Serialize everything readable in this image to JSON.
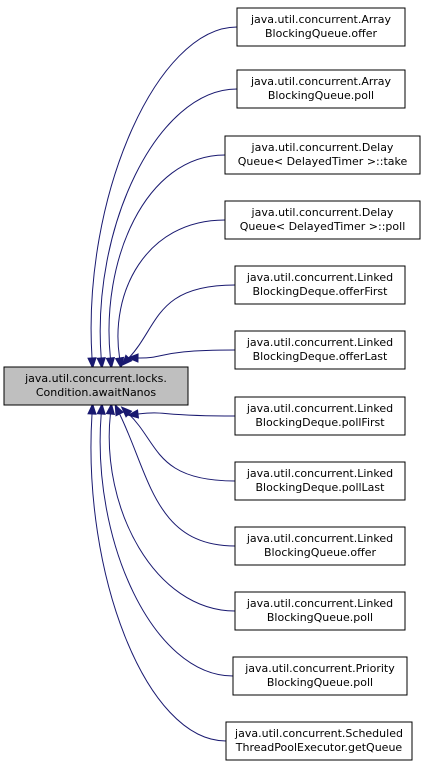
{
  "focus_node": {
    "line1": "java.util.concurrent.locks.",
    "line2": "Condition.awaitNanos"
  },
  "callers": [
    {
      "line1": "java.util.concurrent.Array",
      "line2": "BlockingQueue.offer"
    },
    {
      "line1": "java.util.concurrent.Array",
      "line2": "BlockingQueue.poll"
    },
    {
      "line1": "java.util.concurrent.Delay",
      "line2": "Queue< DelayedTimer >::take"
    },
    {
      "line1": "java.util.concurrent.Delay",
      "line2": "Queue< DelayedTimer >::poll"
    },
    {
      "line1": "java.util.concurrent.Linked",
      "line2": "BlockingDeque.offerFirst"
    },
    {
      "line1": "java.util.concurrent.Linked",
      "line2": "BlockingDeque.offerLast"
    },
    {
      "line1": "java.util.concurrent.Linked",
      "line2": "BlockingDeque.pollFirst"
    },
    {
      "line1": "java.util.concurrent.Linked",
      "line2": "BlockingDeque.pollLast"
    },
    {
      "line1": "java.util.concurrent.Linked",
      "line2": "BlockingQueue.offer"
    },
    {
      "line1": "java.util.concurrent.Linked",
      "line2": "BlockingQueue.poll"
    },
    {
      "line1": "java.util.concurrent.Priority",
      "line2": "BlockingQueue.poll"
    },
    {
      "line1": "java.util.concurrent.Scheduled",
      "line2": "ThreadPoolExecutor.getQueue"
    }
  ],
  "colors": {
    "edge": "#191970",
    "focus_fill": "#bfbfbf",
    "node_fill": "#ffffff",
    "border": "#000000"
  }
}
